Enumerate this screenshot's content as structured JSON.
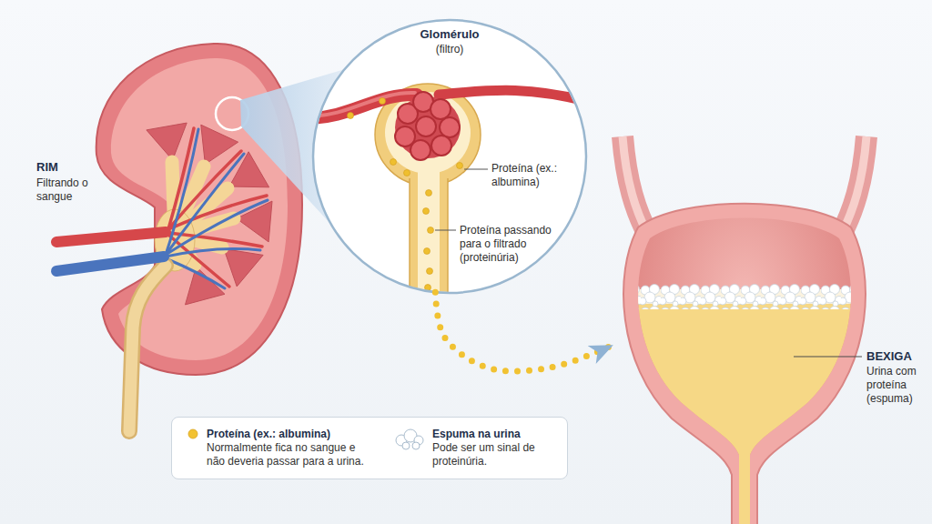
{
  "diagram": {
    "nodes": [
      {
        "text": [
          "RIM",
          "Filtrando o sangue"
        ]
      },
      {
        "text": [
          "Glomérulo",
          "(filtro)",
          "Proteína (ex.: albumina)",
          "Proteína passando para o filtrado (proteinúria)"
        ]
      },
      {
        "text": [
          "BEXIGA",
          "Urina com proteína (espuma)"
        ]
      }
    ],
    "edges": [
      {
        "from": 1,
        "to": 2,
        "arrow": "to"
      }
    ],
    "labels": [
      "Normalmente fica no sangue e não deveria passar para a urina.",
      "Pode ser um sinal de proteinúria."
    ],
    "legend": [
      {
        "text": "Proteína (ex.: albumina)"
      },
      {
        "text": "Espuma na urina"
      }
    ]
  }
}
